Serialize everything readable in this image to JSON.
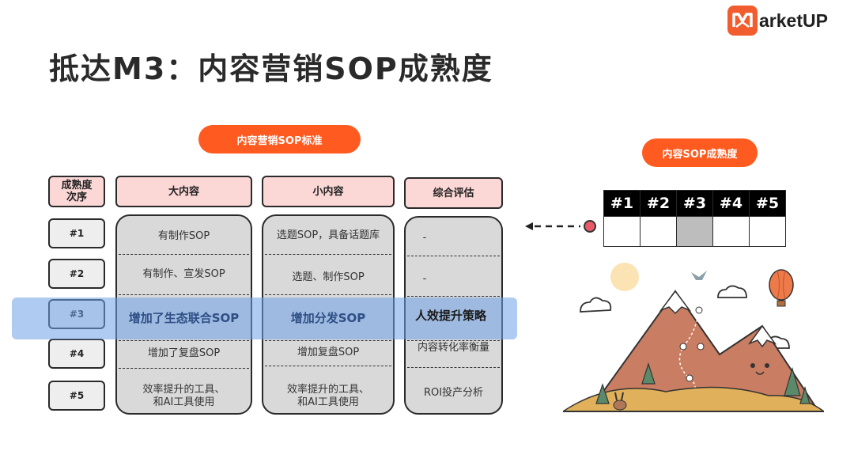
{
  "title": "抵达M3：内容营销SOP成熟度",
  "logo": {
    "text": "arketUP",
    "brand_color": "#f25d2f"
  },
  "standard_pill": "内容营销SOP标准",
  "maturity_pill": "内容SOP成熟度",
  "headers": {
    "order": [
      "成熟度",
      "次序"
    ],
    "big": "大内容",
    "small": "小内容",
    "eval": "综合评估"
  },
  "levels": [
    "#1",
    "#2",
    "#3",
    "#4",
    "#5"
  ],
  "big_content": [
    "有制作SOP",
    "有制作、宣发SOP",
    "增加了生态联合SOP",
    "增加了复盘SOP",
    "效率提升的工具、",
    "和AI工具使用"
  ],
  "small_content": [
    "选题SOP，具备话题库",
    "选题、制作SOP",
    "增加分发SOP",
    "增加复盘SOP",
    "效率提升的工具、",
    "和AI工具使用"
  ],
  "evaluation": [
    "-",
    "-",
    "人效提升策略",
    "内容转化率衡量",
    "ROI投产分析"
  ],
  "maturity_grid": {
    "headers": [
      "#1",
      "#2",
      "#3",
      "#4",
      "#5"
    ],
    "active_index": 2
  },
  "colors": {
    "accent": "#ff5a1f",
    "header_fill": "#fbd7d6",
    "highlight": "#6ea0e6",
    "highlight_text": "#2f4f86"
  }
}
